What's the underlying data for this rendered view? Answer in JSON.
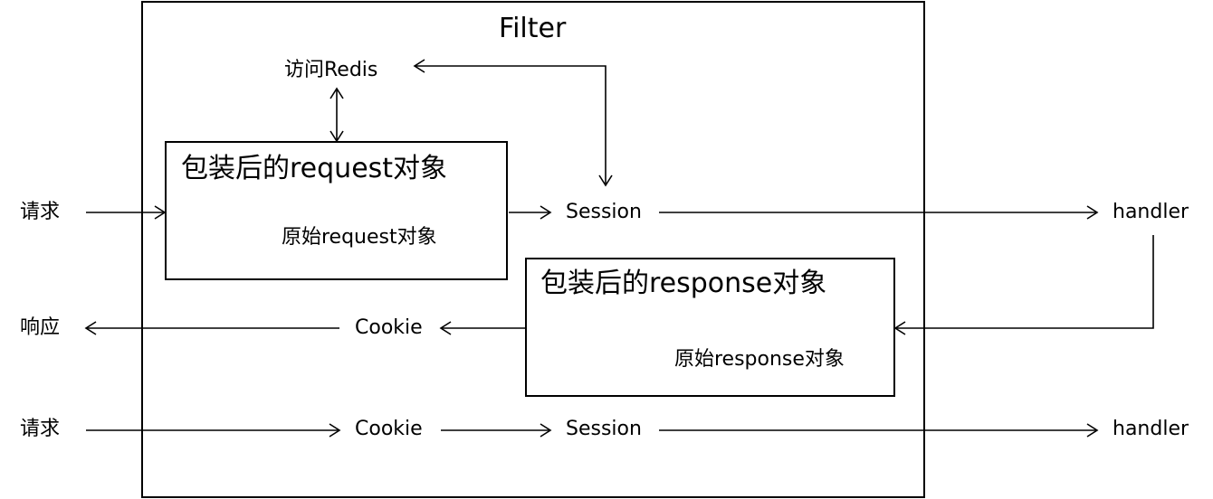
{
  "filter": {
    "title": "Filter"
  },
  "redis": {
    "label": "访问Redis"
  },
  "request_wrapper": {
    "label": "包装后的request对象",
    "inner_label": "原始request对象"
  },
  "response_wrapper": {
    "label": "包装后的response对象",
    "inner_label": "原始response对象"
  },
  "flow1": {
    "start": "请求",
    "session": "Session",
    "end": "handler"
  },
  "flow2": {
    "response": "响应",
    "cookie": "Cookie"
  },
  "flow3": {
    "start": "请求",
    "cookie": "Cookie",
    "session": "Session",
    "end": "handler"
  },
  "colors": {
    "line": "#000000",
    "background": "#ffffff"
  }
}
